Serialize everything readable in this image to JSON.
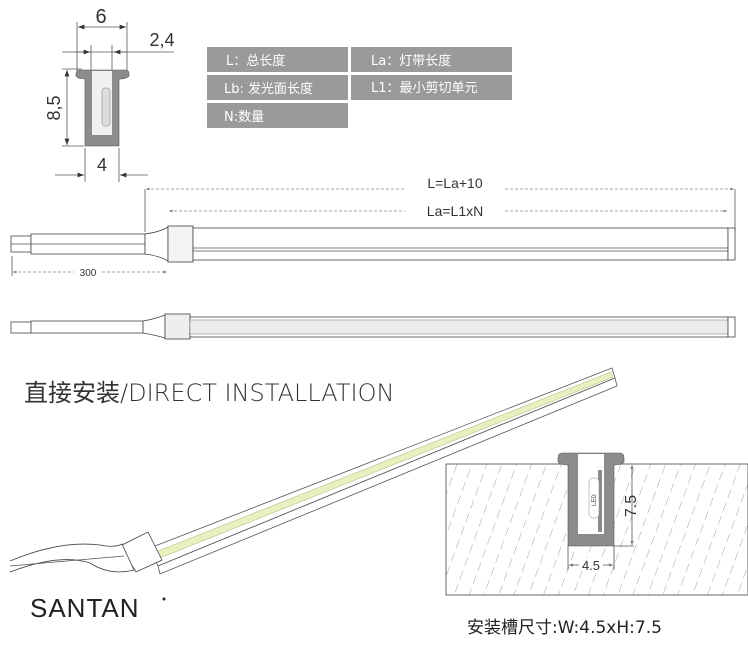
{
  "profile": {
    "top_width": "6",
    "flange": "2,4",
    "height": "8,5",
    "bottom_width": "4",
    "led_label": "LED"
  },
  "legend": [
    {
      "text": "L：总长度"
    },
    {
      "text": "La：灯带长度"
    },
    {
      "text": "Lb: 发光面长度"
    },
    {
      "text": "L1：最小剪切单元"
    },
    {
      "text": "N:数量"
    }
  ],
  "dimensions": {
    "total": "L=La+10",
    "strip": "La=L1xN",
    "cable": "300"
  },
  "installation": {
    "title": "直接安装/DIRECT INSTALLATION",
    "groove_height": "7.5",
    "groove_width": "4.5",
    "groove_spec": "安装槽尺寸:W:4.5xH:7.5"
  },
  "brand": {
    "logo": "SANTAN"
  },
  "colors": {
    "legend_bg": "#9a9a9a",
    "profile": "#8c8c8c",
    "led_strip": "#e9efbe"
  }
}
